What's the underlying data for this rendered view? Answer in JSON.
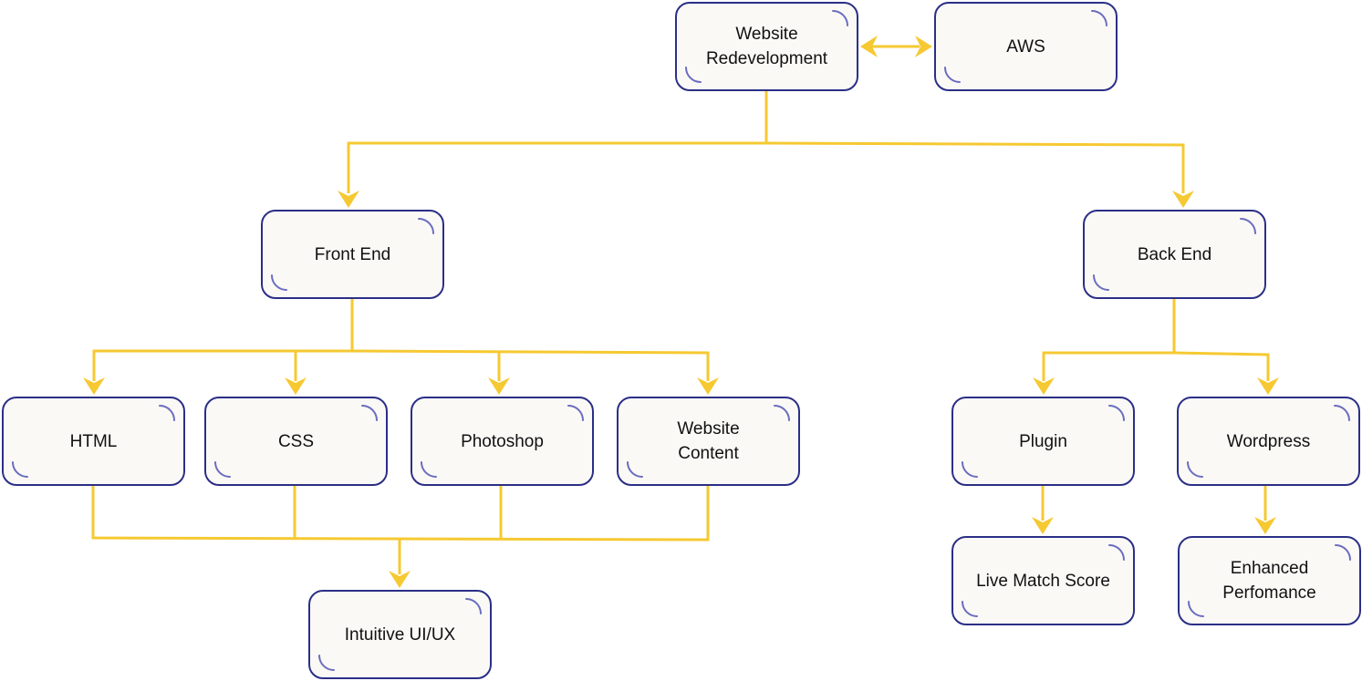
{
  "colors": {
    "connector": "#f6c932",
    "node_border": "#2b2f86",
    "node_fill": "#faf9f6",
    "corner_accent": "#6b6dbf"
  },
  "nodes": {
    "website_redevelopment": "Website\nRedevelopment",
    "aws": "AWS",
    "front_end": "Front End",
    "back_end": "Back End",
    "html": "HTML",
    "css": "CSS",
    "photoshop": "Photoshop",
    "website_content": "Website\nContent",
    "plugin": "Plugin",
    "wordpress": "Wordpress",
    "intuitive_ui_ux": "Intuitive UI/UX",
    "live_match_score": "Live Match Score",
    "enhanced_performance": "Enhanced\nPerfomance"
  }
}
